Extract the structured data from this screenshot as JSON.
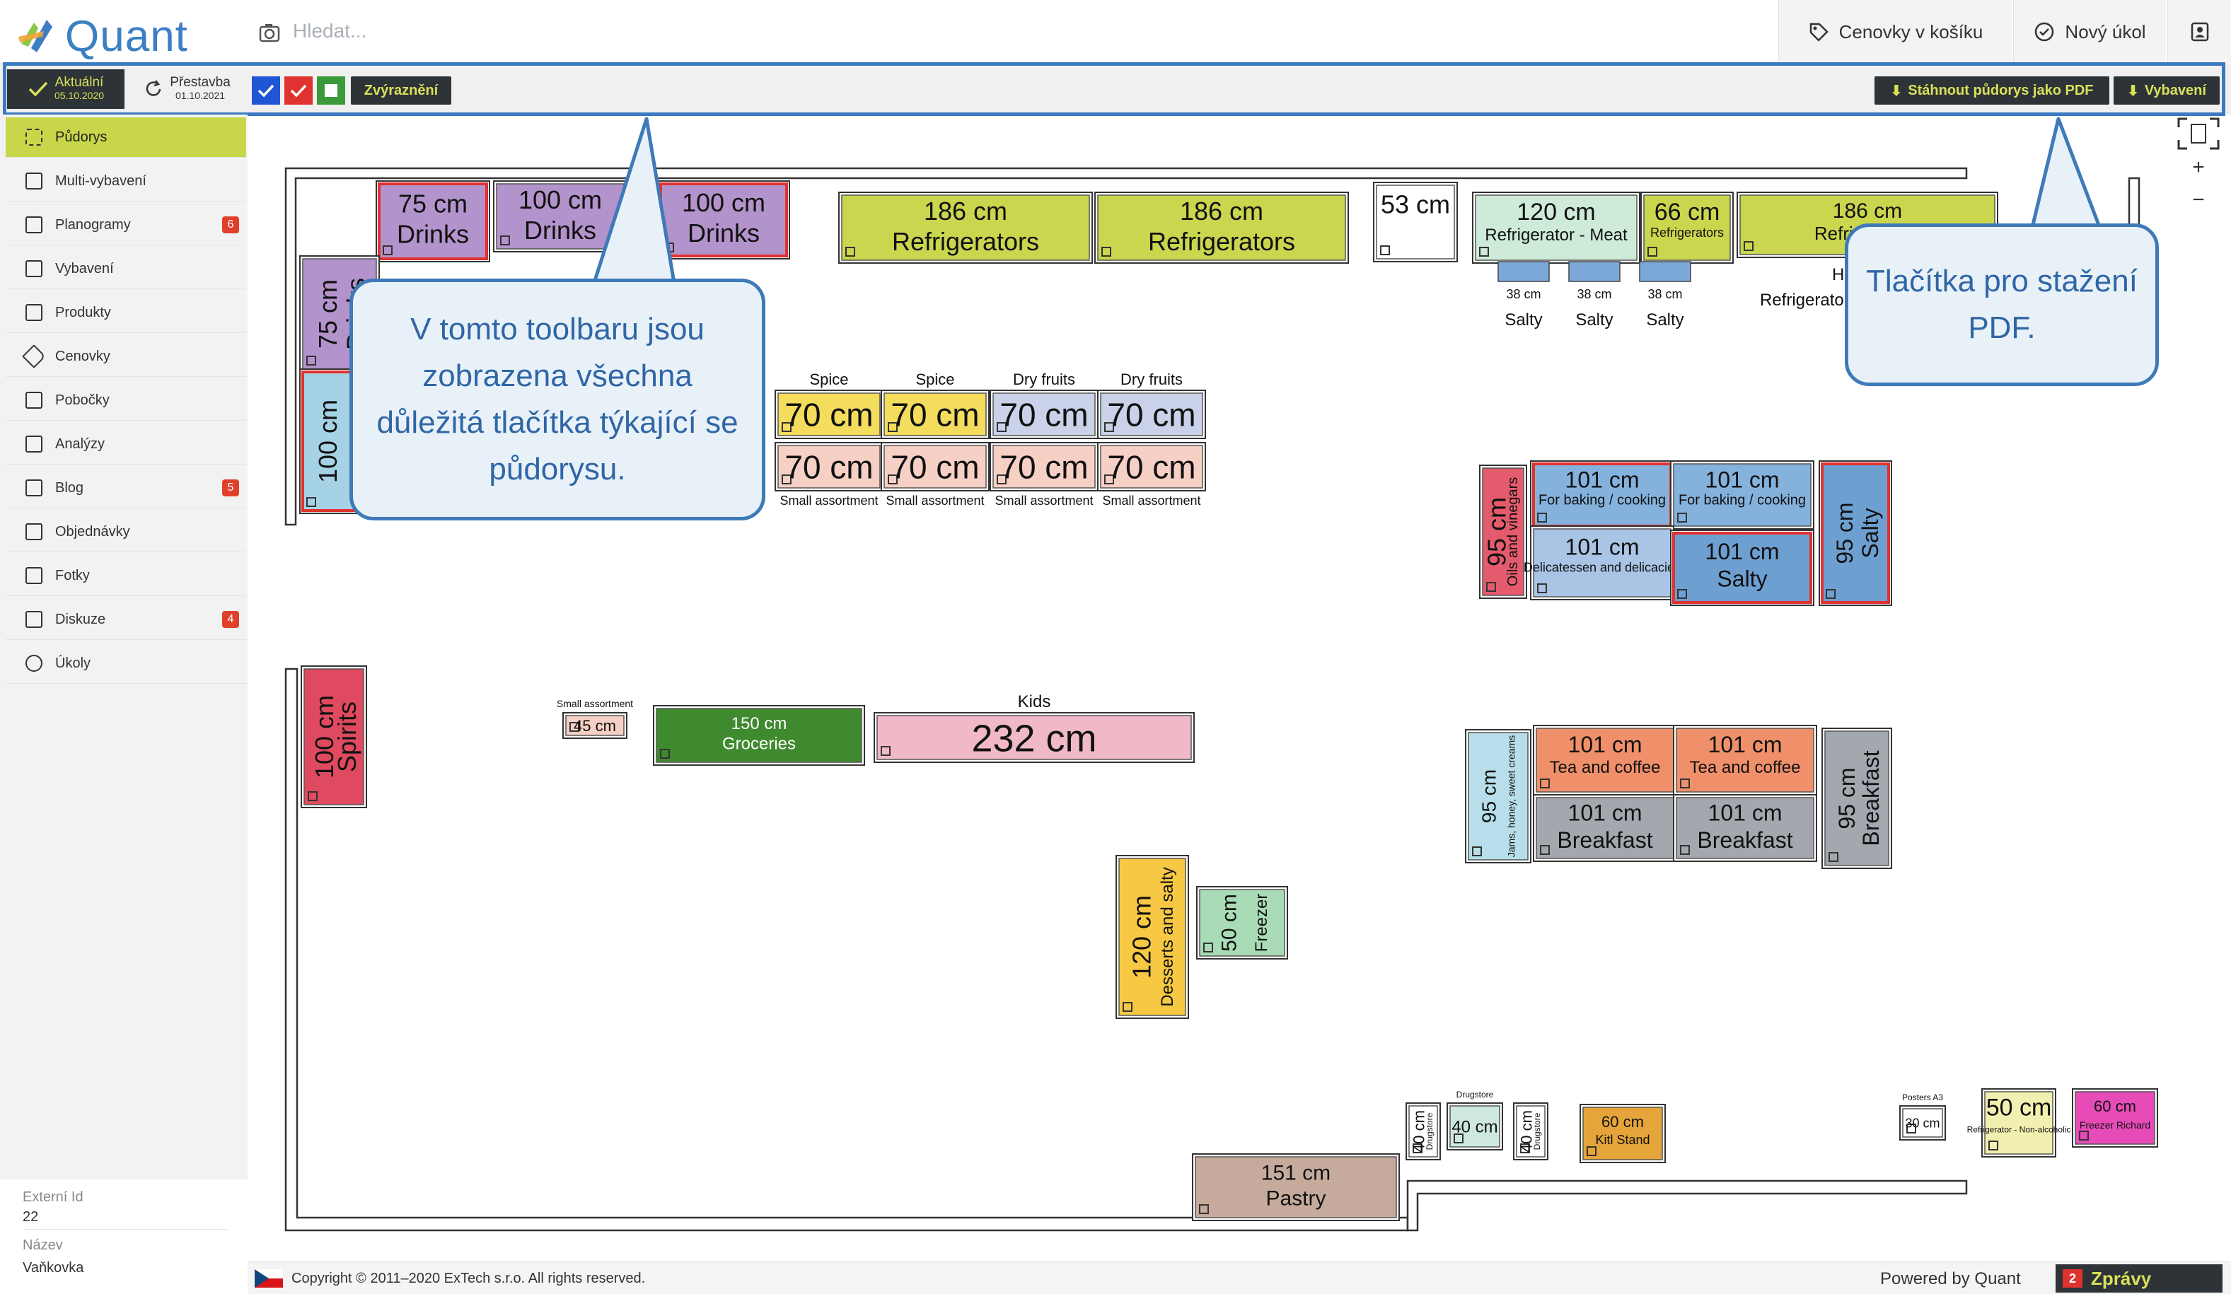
{
  "app": {
    "logo_text": "Quant"
  },
  "search": {
    "placeholder": "Hledat..."
  },
  "header": {
    "basket_label": "Cenovky v košíku",
    "new_task_label": "Nový úkol"
  },
  "toolbar": {
    "version_current": {
      "label": "Aktuální",
      "date": "05.10.2020"
    },
    "version_next": {
      "label": "Přestavba",
      "date": "01.10.2021"
    },
    "highlight_label": "Zvýraznění",
    "download_pdf_label": "Stáhnout půdorys jako PDF",
    "equipment_label": "Vybavení"
  },
  "sidebar": {
    "items": [
      {
        "label": "Půdorys",
        "icon": "floorplan-icon"
      },
      {
        "label": "Multi-vybavení",
        "icon": "grid-icon"
      },
      {
        "label": "Planogramy",
        "icon": "planogram-icon",
        "badge": "6"
      },
      {
        "label": "Vybavení",
        "icon": "equipment-icon"
      },
      {
        "label": "Produkty",
        "icon": "products-icon"
      },
      {
        "label": "Cenovky",
        "icon": "tag-icon"
      },
      {
        "label": "Pobočky",
        "icon": "store-icon"
      },
      {
        "label": "Analýzy",
        "icon": "chart-icon"
      },
      {
        "label": "Blog",
        "icon": "blog-icon",
        "badge": "5"
      },
      {
        "label": "Objednávky",
        "icon": "orders-icon"
      },
      {
        "label": "Fotky",
        "icon": "photo-icon"
      },
      {
        "label": "Diskuze",
        "icon": "discussion-icon",
        "badge": "4"
      },
      {
        "label": "Úkoly",
        "icon": "tasks-icon"
      }
    ],
    "extern_id_label": "Externí Id",
    "extern_id_value": "22",
    "name_label": "Název",
    "name_value": "Vaňkovka"
  },
  "callouts": {
    "toolbar_note": "V tomto toolbaru jsou zobrazena všechna důležitá tlačítka týkající se půdorysu.",
    "pdf_note": "Tlačítka pro stažení PDF."
  },
  "footer": {
    "copyright": "Copyright © 2011–2020 ExTech s.r.o. All rights reserved.",
    "powered": "Powered by Quant",
    "messages_label": "Zprávy",
    "messages_count": "2"
  },
  "fixtures": [
    {
      "size": "75 cm",
      "name": "Drinks",
      "color": "#b393cc"
    },
    {
      "size": "100 cm",
      "name": "Drinks",
      "color": "#b393cc"
    },
    {
      "size": "100 cm",
      "name": "Drinks",
      "color": "#b393cc"
    },
    {
      "size": "186 cm",
      "name": "Refrigerators",
      "color": "#c9d64e"
    },
    {
      "size": "186 cm",
      "name": "Refrigerators",
      "color": "#c9d64e"
    },
    {
      "size": "53 cm",
      "name": "",
      "color": "#ffffff"
    },
    {
      "size": "120 cm",
      "name": "Refrigerator - Meat",
      "color": "#cdebd8"
    },
    {
      "size": "66 cm",
      "name": "Refrigerators",
      "color": "#c9d64e"
    },
    {
      "size": "186 cm",
      "name": "Refrigerators",
      "color": "#c9d64e"
    },
    {
      "size": "75 cm",
      "name": "Drinks",
      "color": "#b393cc"
    },
    {
      "size": "100 cm",
      "name": "",
      "color": "#a6d2e6"
    },
    {
      "size": "70 cm",
      "name": "Spice",
      "color": "#f4dc5c"
    },
    {
      "size": "70 cm",
      "name": "Spice",
      "color": "#f4dc5c"
    },
    {
      "size": "70 cm",
      "name": "Dry fruits",
      "color": "#c9d2e8"
    },
    {
      "size": "70 cm",
      "name": "Dry fruits",
      "color": "#c9d2e8"
    },
    {
      "size": "70 cm",
      "name": "Small assortment",
      "color": "#f6d0c4"
    },
    {
      "size": "70 cm",
      "name": "Small assortment",
      "color": "#f6d0c4"
    },
    {
      "size": "70 cm",
      "name": "Small assortment",
      "color": "#f6d0c4"
    },
    {
      "size": "70 cm",
      "name": "Small assortment",
      "color": "#f6d0c4"
    },
    {
      "size": "95 cm",
      "name": "Oils and vinegars",
      "color": "#e55b6e"
    },
    {
      "size": "101 cm",
      "name": "For baking / cooking",
      "color": "#84b2dc"
    },
    {
      "size": "101 cm",
      "name": "For baking / cooking",
      "color": "#84b2dc"
    },
    {
      "size": "101 cm",
      "name": "Delicatessen and delicacies",
      "color": "#a9c4e4"
    },
    {
      "size": "101 cm",
      "name": "Salty",
      "color": "#6e9fd1"
    },
    {
      "size": "95 cm",
      "name": "Salty",
      "color": "#6e9fd1"
    },
    {
      "size": "100 cm",
      "name": "Spirits",
      "color": "#e04a60"
    },
    {
      "size": "45 cm",
      "name": "Small assortment",
      "color": "#f6d0c4"
    },
    {
      "size": "150 cm",
      "name": "Groceries",
      "color": "#3f8a2e"
    },
    {
      "size": "232 cm",
      "name": "Kids",
      "color": "#f1b9c8"
    },
    {
      "size": "95 cm",
      "name": "Jams, honey, sweet creams",
      "color": "#b7deea"
    },
    {
      "size": "101 cm",
      "name": "Tea and coffee",
      "color": "#f0906a"
    },
    {
      "size": "101 cm",
      "name": "Tea and coffee",
      "color": "#f0906a"
    },
    {
      "size": "101 cm",
      "name": "Breakfast",
      "color": "#a3a7ae"
    },
    {
      "size": "101 cm",
      "name": "Breakfast",
      "color": "#a3a7ae"
    },
    {
      "size": "95 cm",
      "name": "Breakfast",
      "color": "#a3a7ae"
    },
    {
      "size": "120 cm",
      "name": "Desserts and salty",
      "color": "#f6c843"
    },
    {
      "size": "50 cm",
      "name": "Freezer",
      "color": "#a9dcb6"
    },
    {
      "size": "151 cm",
      "name": "Pastry",
      "color": "#c6ab9d"
    },
    {
      "size": "40 cm",
      "name": "Drugstore",
      "color": "#cfe8de"
    },
    {
      "size": "40 cm",
      "name": "Drugstore",
      "color": "#ffffff"
    },
    {
      "size": "40 cm",
      "name": "Drugstore",
      "color": "#ffffff"
    },
    {
      "size": "60 cm",
      "name": "Kitl Stand",
      "color": "#e6a53a"
    },
    {
      "size": "30 cm",
      "name": "Posters A3",
      "color": "#ffffff"
    },
    {
      "size": "50 cm",
      "name": "Refrigerator - Non-alcoholic",
      "color": "#f2f0b0"
    },
    {
      "size": "60 cm",
      "name": "Freezer Richard",
      "color": "#e74bb8"
    }
  ],
  "small_labels": {
    "salty": "Salty",
    "size38": "38 cm",
    "heating": "He",
    "refrig_short": "Refrigerato"
  },
  "colors": {
    "accent": "#c8d64a",
    "dark": "#2e3337",
    "callout_border": "#3f7ab8",
    "toolbar_outline": "#3d79c0"
  }
}
